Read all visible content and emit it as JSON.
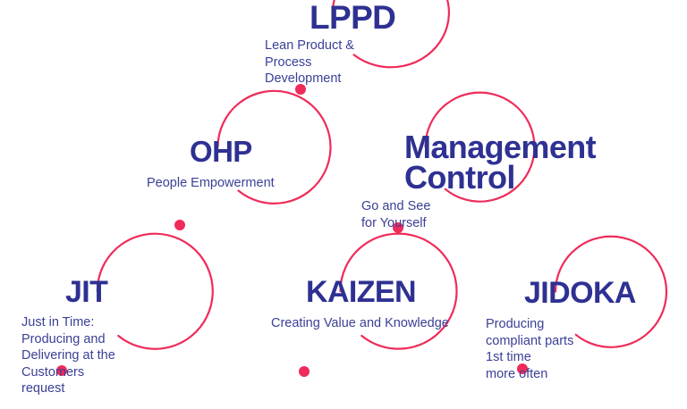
{
  "diagram": {
    "title": "Lean Principles Overview",
    "colors": {
      "arc": "#ef2b5a",
      "dot": "#ef2b5a",
      "title_text": "#2e3192",
      "subtitle_text": "#3b4096",
      "background": "#ffffff"
    },
    "nodes": [
      {
        "id": "lppd",
        "title": "LPPD",
        "subtitle": "Lean Product & Process\nDevelopment",
        "icon": "open-circle-arc-with-dot"
      },
      {
        "id": "ohp",
        "title": "OHP",
        "subtitle": "People Empowerment",
        "icon": "open-circle-arc-with-dot"
      },
      {
        "id": "mgmt",
        "title": "Management\nControl",
        "subtitle": "Go and See\nfor Yourself",
        "icon": "open-circle-arc-with-dot"
      },
      {
        "id": "jit",
        "title": "JIT",
        "subtitle": "Just in Time: Producing and\nDelivering at the Customers request",
        "icon": "open-circle-arc-with-dot"
      },
      {
        "id": "kaizen",
        "title": "KAIZEN",
        "subtitle": "Creating Value and Knowledge",
        "icon": "open-circle-arc-with-dot"
      },
      {
        "id": "jidoka",
        "title": "JIDOKA",
        "subtitle": "Producing compliant parts 1st time\nmore often",
        "icon": "open-circle-arc-with-dot"
      }
    ]
  }
}
